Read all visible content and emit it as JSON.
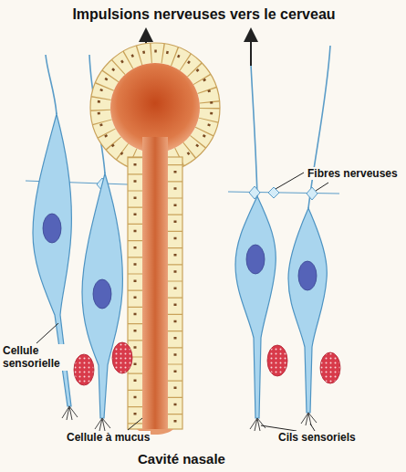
{
  "diagram": {
    "title": "Impulsions nerveuses vers le cerveau",
    "labels": [
      "Fibres nerveuses",
      "Cellule sensorielle",
      "Cellule à mucus",
      "Cils sensoriels",
      "Cavité nasale"
    ]
  }
}
